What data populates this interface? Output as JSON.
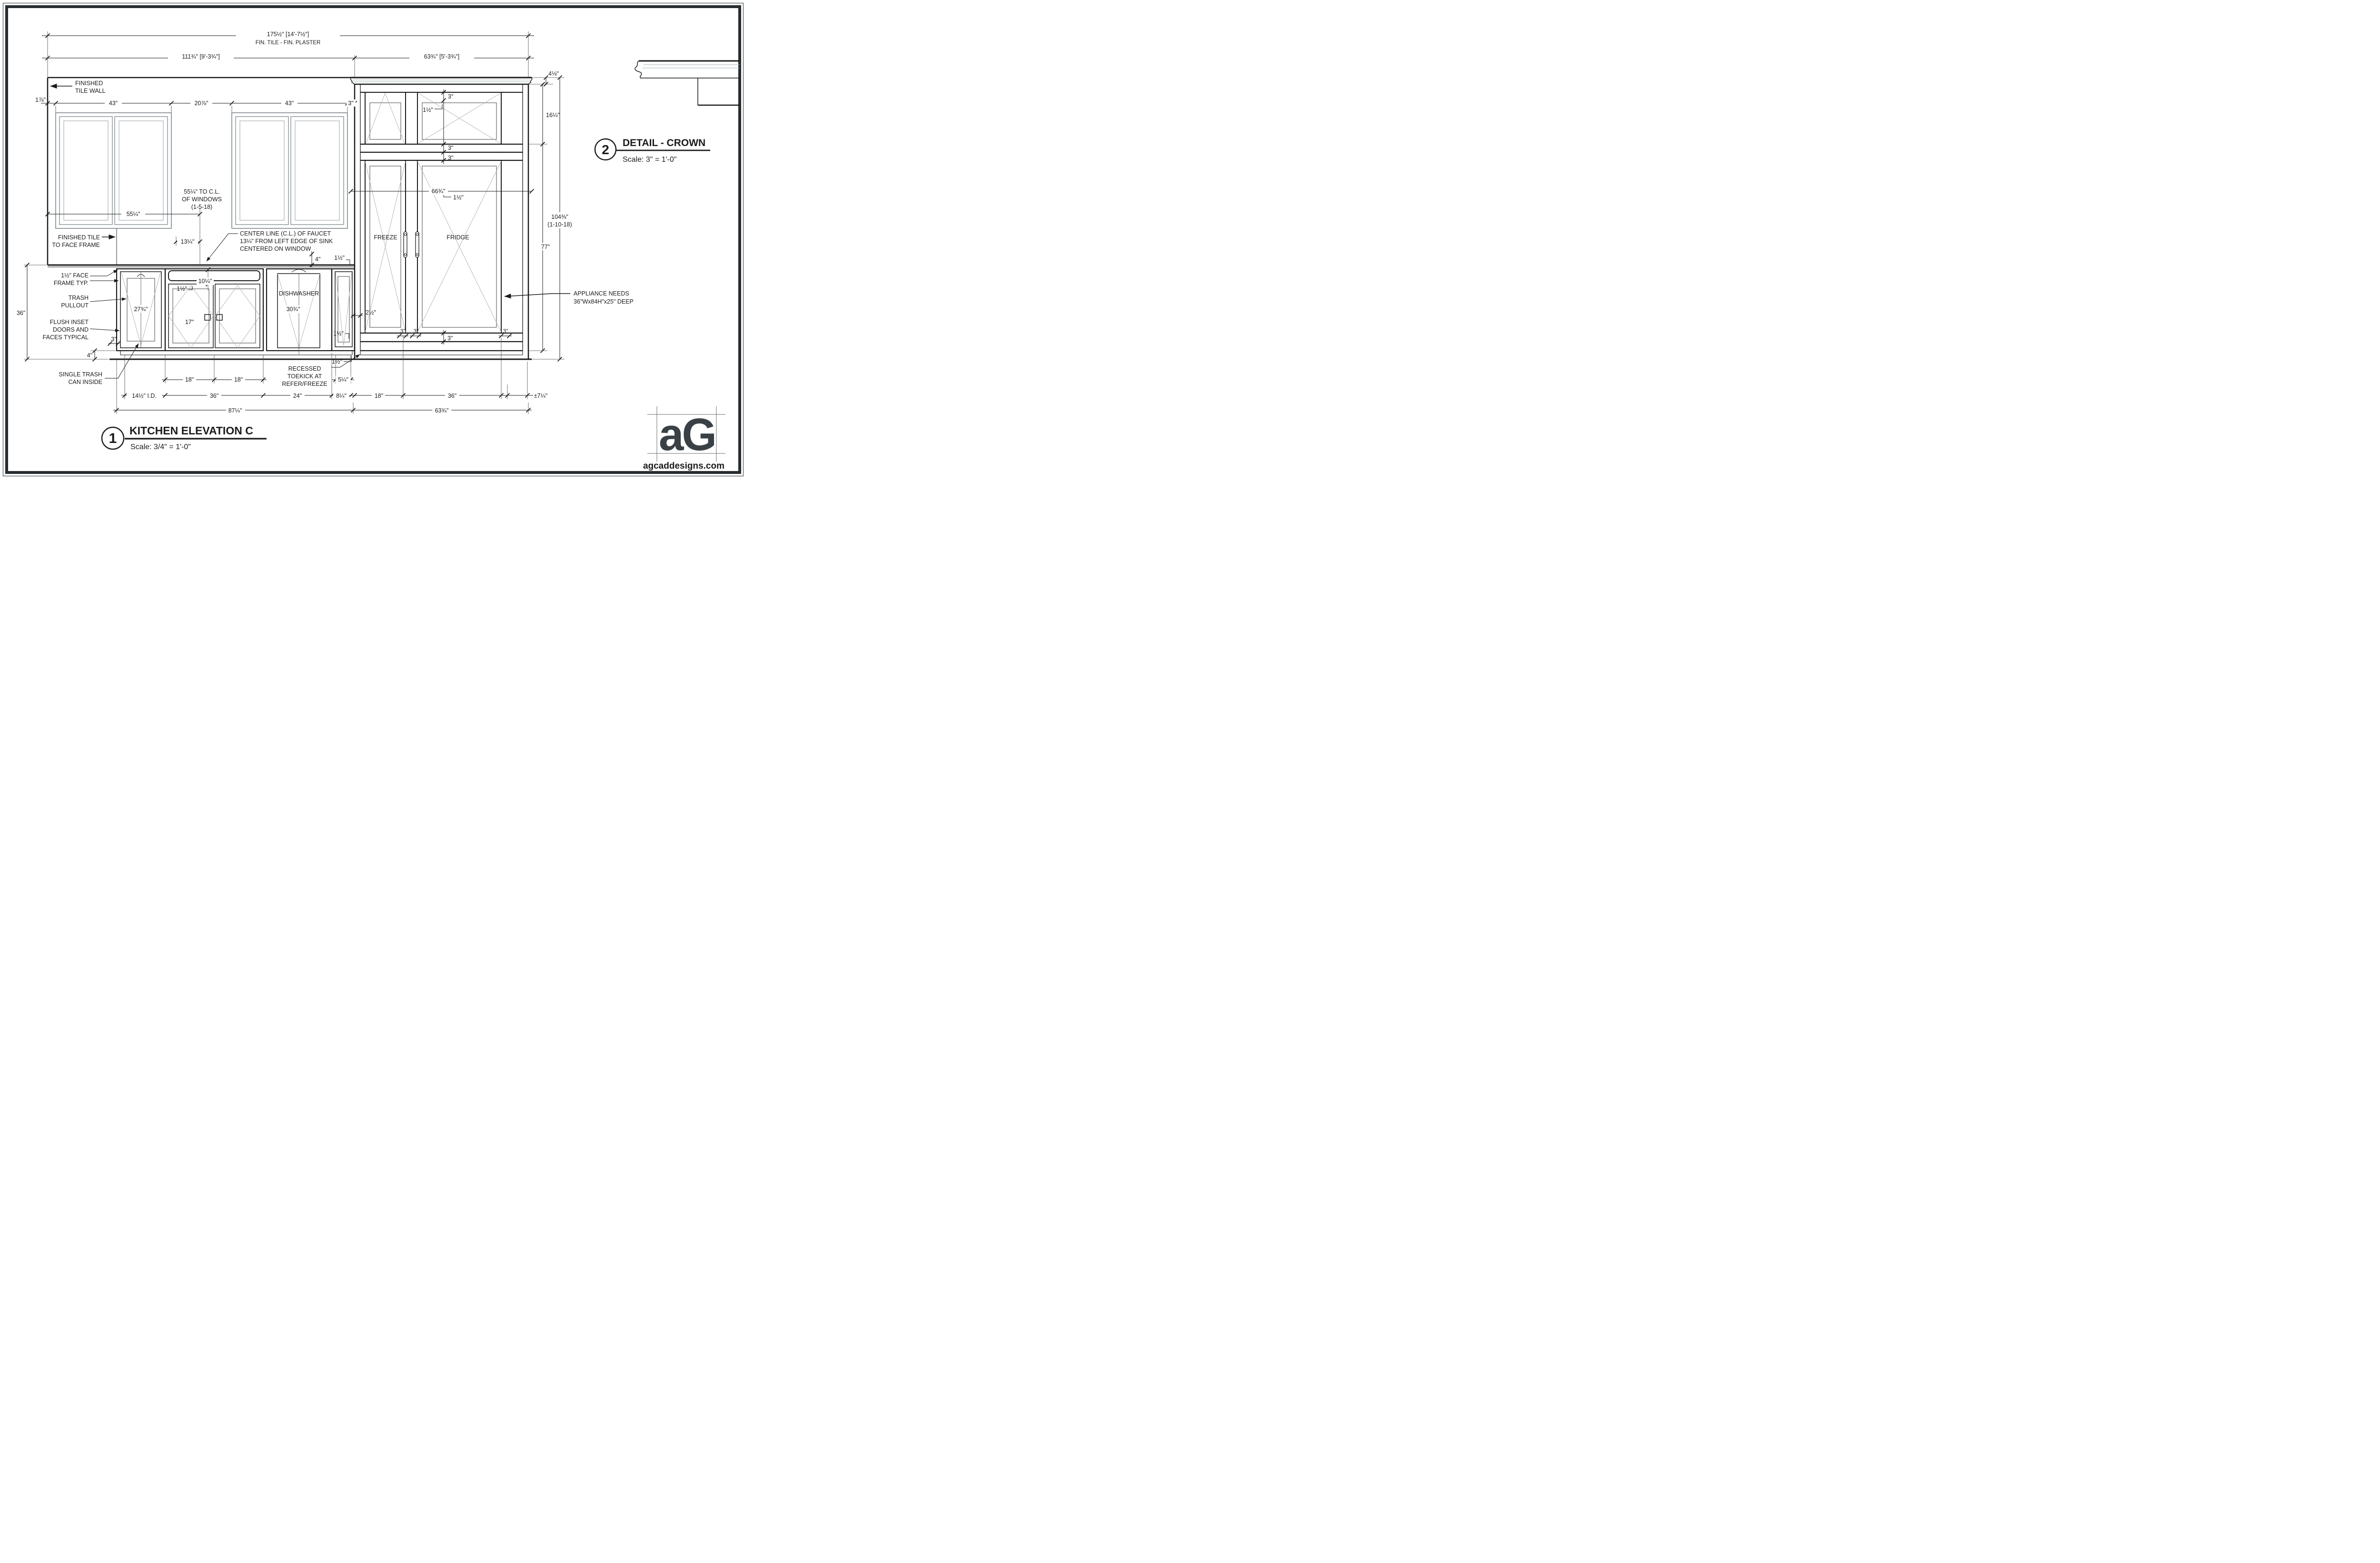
{
  "titles": {
    "elev_num": "1",
    "elev_title": "KITCHEN ELEVATION C",
    "elev_scale": "Scale: 3/4\" = 1'-0\"",
    "detail_num": "2",
    "detail_title": "DETAIL - CROWN",
    "detail_scale": "Scale: 3\" = 1'-0\""
  },
  "top_dims": {
    "overall": "175½\" [14'-7½\"]",
    "overall_sub": "FIN. TILE - FIN. PLASTER",
    "left_section": "111¾\" [9'-3¾\"]",
    "right_section": "63¾\" [5'-3¾\"]"
  },
  "upper_row": {
    "tile_offset": "1⅞\"",
    "cab_left": "43\"",
    "window": "20⅞\"",
    "cab_right": "43\"",
    "filler": "3\""
  },
  "wall_labels": {
    "finished_tile_wall": [
      "FINISHED",
      "TILE WALL"
    ],
    "finished_tile_face": [
      "FINISHED TILE",
      "TO FACE FRAME"
    ],
    "cl_windows": [
      "55¼\" TO C.L.",
      "OF WINDOWS",
      "(1-5-18)"
    ],
    "faucet_note": [
      "CENTER LINE (C.L.) OF FAUCET",
      "13¼\" FROM LEFT EDGE OF SINK",
      "CENTERED ON WINDOW"
    ],
    "face_frame_note": [
      "1½\" FACE",
      "FRAME TYP."
    ]
  },
  "labels": {
    "trash_pullout": [
      "TRASH",
      "PULLOUT"
    ],
    "flush_inset": [
      "FLUSH INSET",
      "DOORS AND",
      "FACES TYPICAL"
    ],
    "single_trash": [
      "SINGLE TRASH",
      "CAN INSIDE"
    ],
    "recessed": [
      "RECESSED",
      "TOEKICK AT",
      "REFER/FREEZE"
    ],
    "appliance": [
      "APPLIANCE NEEDS",
      "36\"Wx84H\"x25\" DEEP"
    ],
    "dishwasher": "DISHWASHER",
    "freeze": "FREEZE",
    "fridge": "FRIDGE"
  },
  "small_dims": {
    "to_cl": "55¼\"",
    "faucet_off": "13¼\"",
    "backsplash": "4\"",
    "counter_reveal": "1½\"",
    "sink_front": "10¼\"",
    "sink_reveal": "1½\"",
    "sink_doors": "17\"",
    "trash_width": "27¾\"",
    "trash_stile": "3\"",
    "dw": "30¾\"",
    "panel_reveal": "2½\"",
    "panel_bottom": "1½\"",
    "toekick_reveal": "1½\"",
    "toekick_h": "4\"",
    "base_h": "36\""
  },
  "tall_dims": {
    "crown_h": "4⅛\"",
    "upper_h": "16¼\"",
    "lower_h": "77\"",
    "total_h": "104⅜\"",
    "total_h_date": "(1-10-18)",
    "crown_w": "66¾\"",
    "rail_a": "3\"",
    "rail_b": "3\"",
    "rail_c": "3\"",
    "stile": "1½\"",
    "stile2": "1½\"",
    "bottom_stile_l": "3\"",
    "bottom_stile_m": "3\"",
    "bottom_stile_r": "3\"",
    "bottom_rail": "3\""
  },
  "bottom_dims": {
    "toekick_l": "18\"",
    "toekick_r": "18\"",
    "toekick_tall": "5¼\"",
    "row": [
      "14½\" I.D.",
      "36\"",
      "24\"",
      "8¼\"",
      "18\"",
      "36\"",
      "±7¼\""
    ],
    "base_total": "87¼\"",
    "tall_total": "63¾\""
  },
  "logo": {
    "mark": "aG",
    "site": "agcaddesigns.com"
  },
  "colors": {
    "line": "#1b1b1b",
    "light_line": "#a9b1b4",
    "cabinet_gray": "#7d878b",
    "logo_gray": "#3a4146"
  }
}
